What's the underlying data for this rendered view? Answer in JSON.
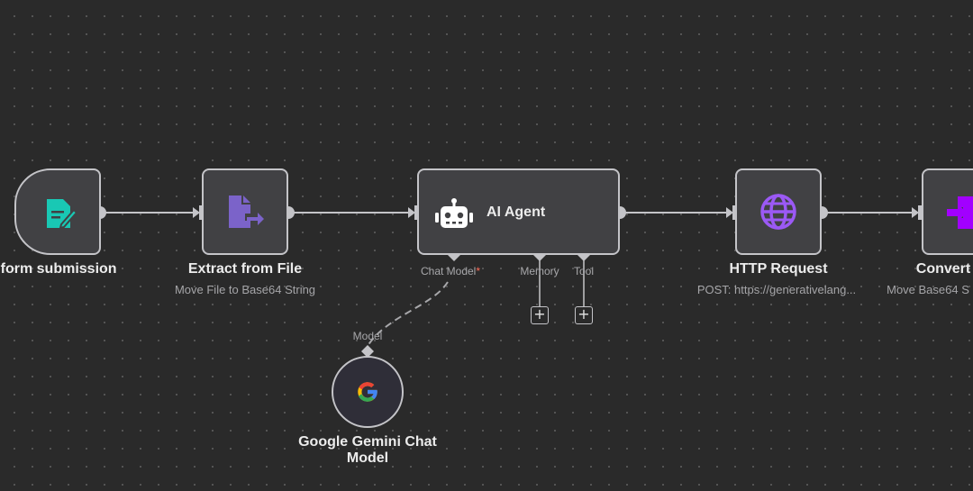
{
  "nodes": {
    "form_trigger": {
      "title": "n form submission",
      "icon": "form-icon",
      "color": "#19c8b4"
    },
    "extract": {
      "title": "Extract from File",
      "subtitle": "Move File to Base64 String",
      "icon": "extract-file-icon",
      "color": "#7b63c9"
    },
    "agent": {
      "title": "AI Agent",
      "icon": "robot-icon",
      "color": "#ffffff",
      "ports": {
        "chat_model": "Chat Model",
        "required_mark": "*",
        "memory": "Memory",
        "tool": "Tool"
      }
    },
    "http": {
      "title": "HTTP Request",
      "subtitle": "POST: https://generativelang...",
      "icon": "globe-icon",
      "color": "#9b59f5"
    },
    "convert": {
      "title": "Convert",
      "subtitle": "Move Base64 S",
      "icon": "convert-icon",
      "color": "#a200ff"
    },
    "gemini": {
      "title": "Google Gemini Chat Model",
      "port_label": "Model",
      "icon": "google-icon"
    }
  },
  "add_button_symbol": "+",
  "colors": {
    "canvas": "#2a2a2a",
    "node_bg": "#414144",
    "node_border": "#c4c4c8",
    "edge": "#c4c4c8",
    "required": "#ff6d5a"
  }
}
